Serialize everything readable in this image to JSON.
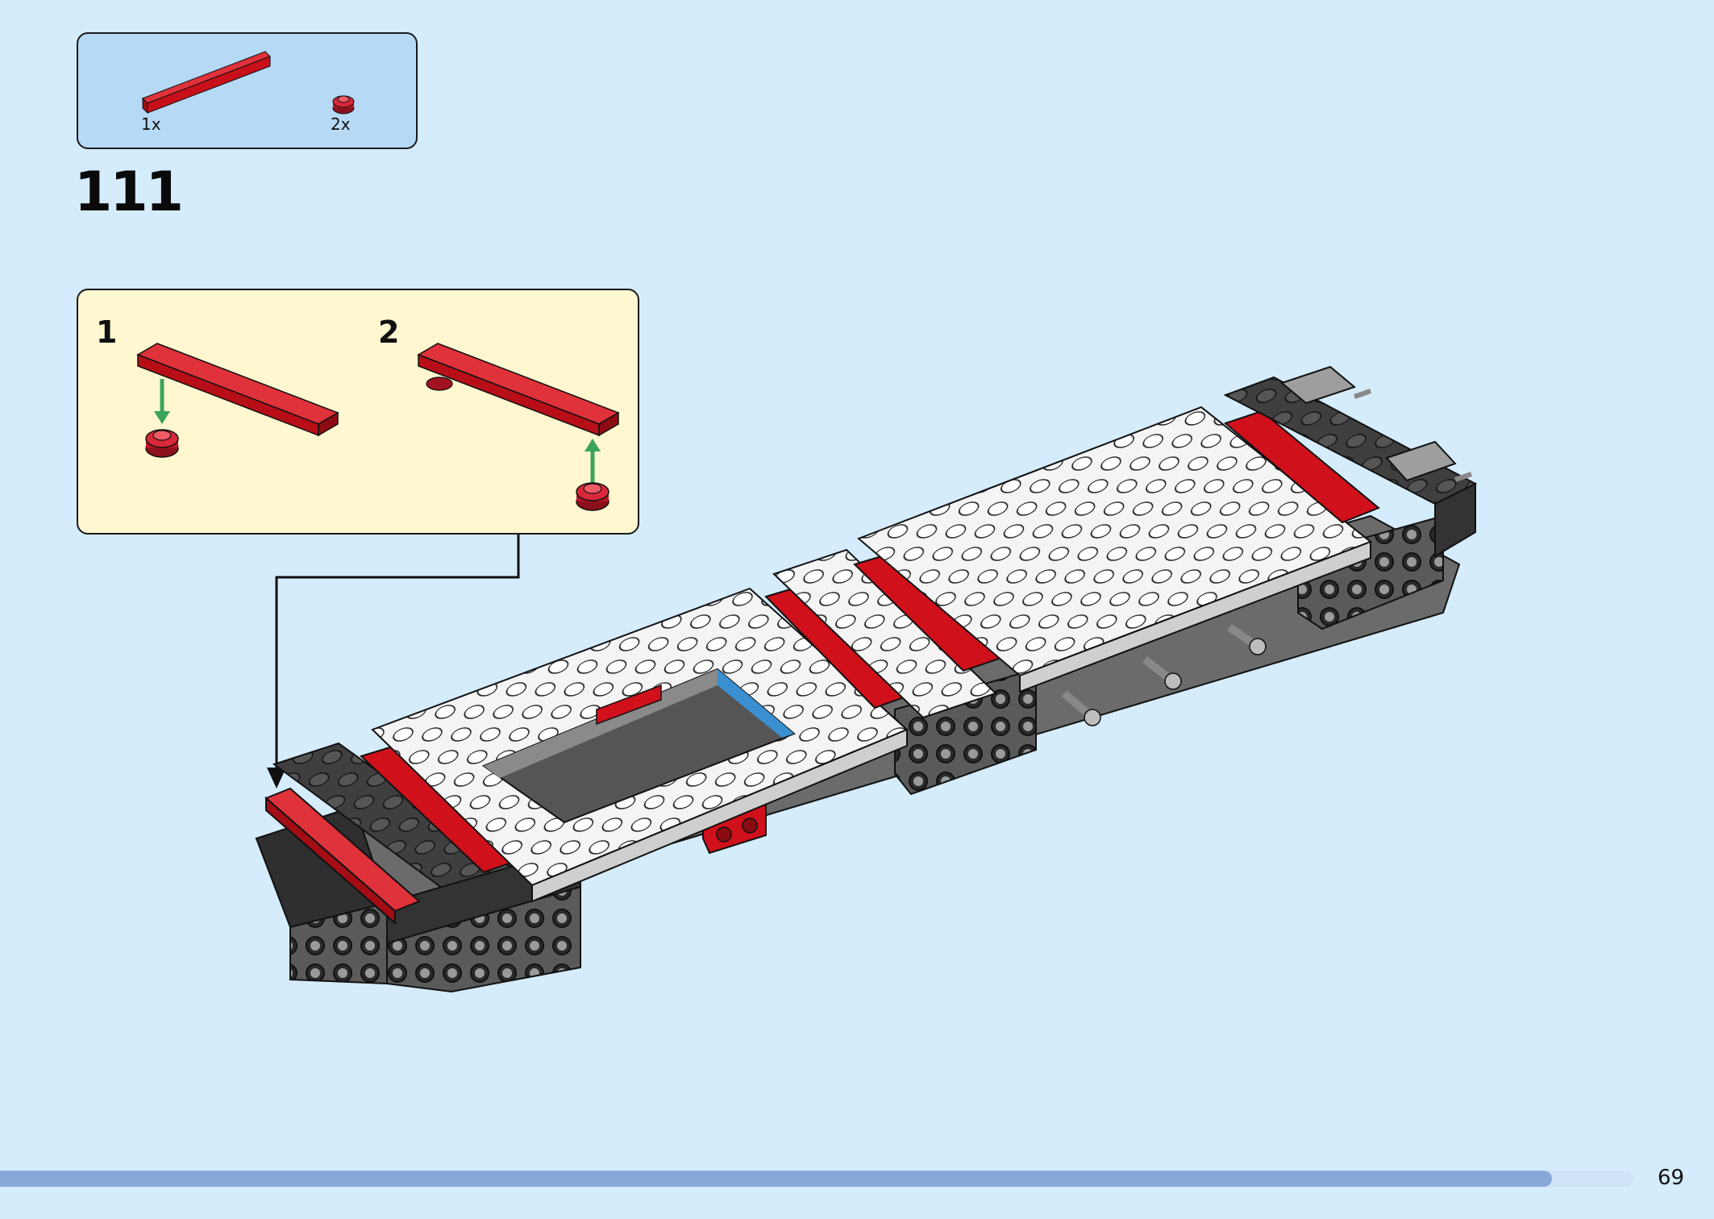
{
  "parts_list": {
    "items": [
      {
        "qty": "1x",
        "icon": "red-plate-1x8-icon",
        "color": "#d0101b"
      },
      {
        "qty": "2x",
        "icon": "red-round-plate-1x1-icon",
        "color": "#c5192d"
      }
    ]
  },
  "step": {
    "number": "111"
  },
  "substeps": [
    {
      "number": "1"
    },
    {
      "number": "2"
    }
  ],
  "colors": {
    "background": "#d4ecfb",
    "parts_box": "#b6d9f6",
    "substep_box": "#fff7d0",
    "brick_red": "#d0101b",
    "brick_white": "#ffffff",
    "brick_black": "#3a3a3a",
    "arrow_green": "#3aa55a",
    "progress": "#87a9d9"
  },
  "progress": {
    "fraction": 0.95
  },
  "footer": {
    "page_number": "69"
  }
}
